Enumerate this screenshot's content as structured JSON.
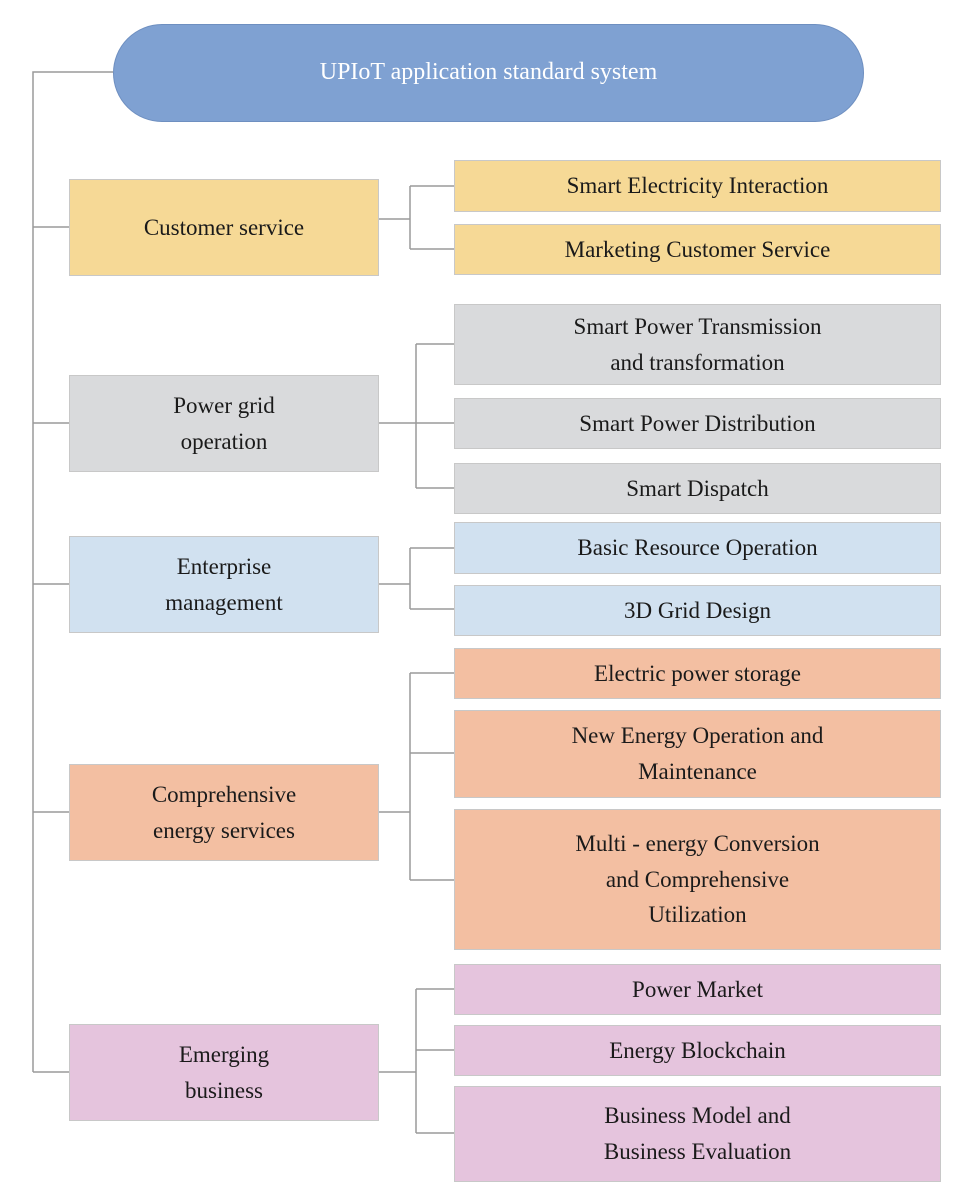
{
  "root": {
    "label": "UPIoT application standard system",
    "color": "#7fa1d2"
  },
  "categories": [
    {
      "label": "Customer service",
      "color": "#f6d996",
      "children": [
        "Smart Electricity Interaction",
        "Marketing Customer Service"
      ]
    },
    {
      "label": "Power grid\noperation",
      "color": "#d9dadc",
      "children": [
        "Smart Power Transmission\n      and transformation",
        "Smart Power Distribution",
        "Smart Dispatch"
      ]
    },
    {
      "label": "Enterprise\nmanagement",
      "color": "#d1e1f0",
      "children": [
        "Basic Resource Operation",
        "3D Grid Design"
      ]
    },
    {
      "label": "Comprehensive\nenergy services",
      "color": "#f3bfa2",
      "children": [
        "Electric power storage",
        "New Energy Operation and\n          Maintenance",
        "Multi - energy Conversion\nand Comprehensive\n   Utilization"
      ]
    },
    {
      "label": "Emerging\nbusiness",
      "color": "#e5c4dd",
      "children": [
        "Power Market",
        "Energy Blockchain",
        "Business Model and\nBusiness Evaluation"
      ]
    }
  ]
}
